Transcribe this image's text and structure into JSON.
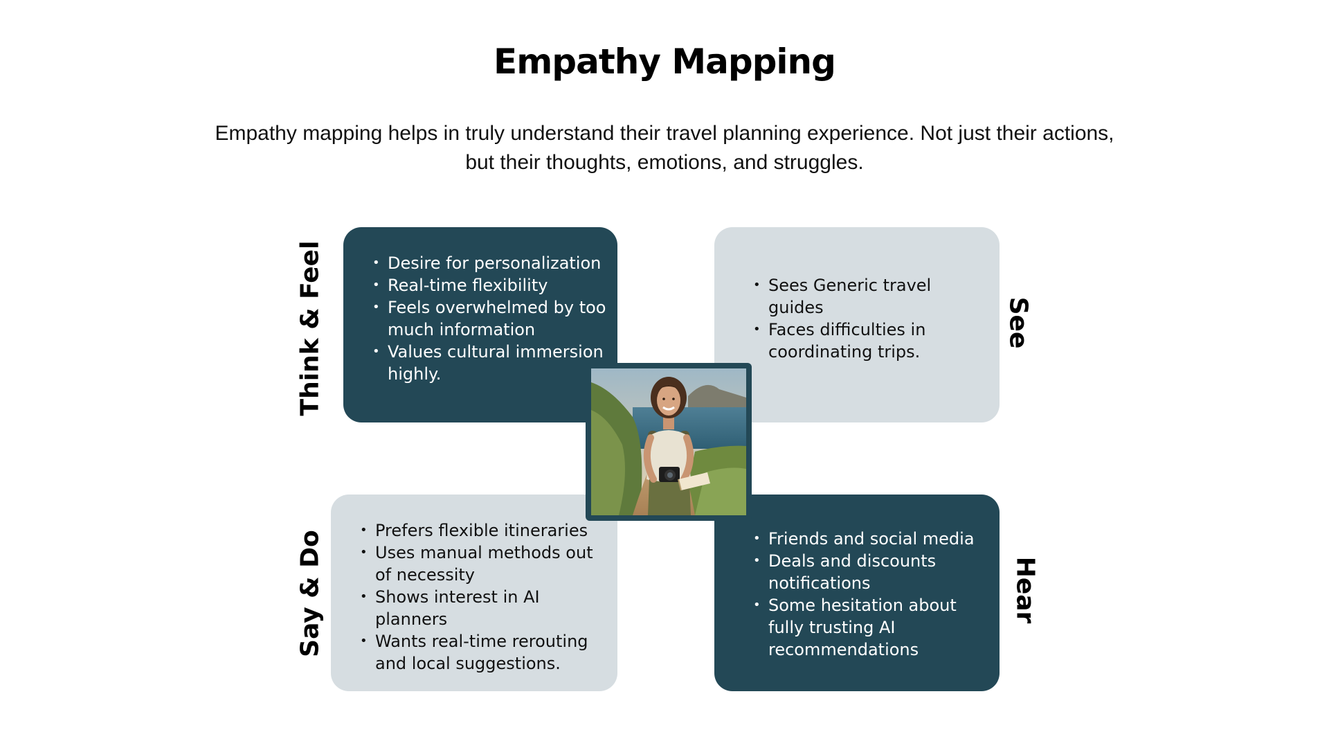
{
  "title": "Empathy Mapping",
  "subtitle": "Empathy mapping helps in truly understand their travel planning experience. Not just their actions, but their thoughts, emotions, and struggles.",
  "colors": {
    "dark_panel": "#234856",
    "light_panel": "#d6dde1",
    "background": "#ffffff"
  },
  "quadrants": {
    "think_feel": {
      "label": "Think & Feel",
      "items": [
        "Desire for personalization",
        "Real-time flexibility",
        "Feels overwhelmed by too much information",
        "Values cultural immersion highly."
      ]
    },
    "see": {
      "label": "See",
      "items": [
        "Sees Generic travel guides",
        "Faces difficulties in coordinating trips."
      ]
    },
    "say_do": {
      "label": "Say & Do",
      "items": [
        "Prefers flexible itineraries",
        "Uses manual methods out of necessity",
        "Shows interest in AI planners",
        "Wants real-time rerouting and local suggestions."
      ]
    },
    "hear": {
      "label": "Hear",
      "items": [
        "Friends and social media",
        "Deals and discounts notifications",
        "Some hesitation about fully trusting AI recommendations"
      ]
    }
  },
  "center_image": {
    "icon": "traveler-photo"
  }
}
